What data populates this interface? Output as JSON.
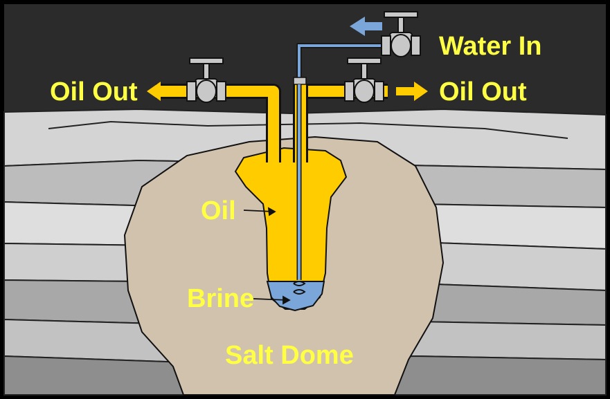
{
  "labels": {
    "water_in": "Water In",
    "oil_out_left": "Oil Out",
    "oil_out_right": "Oil Out",
    "oil": "Oil",
    "brine": "Brine",
    "salt_dome": "Salt Dome"
  },
  "colors": {
    "sky": "#2b2b2b",
    "oil": "#ffcc00",
    "brine": "#7aa6d9",
    "water_pipe": "#7aa6d9",
    "salt": "#d1c2ae",
    "label": "#ffff44",
    "valve": "#c8c8c8"
  }
}
